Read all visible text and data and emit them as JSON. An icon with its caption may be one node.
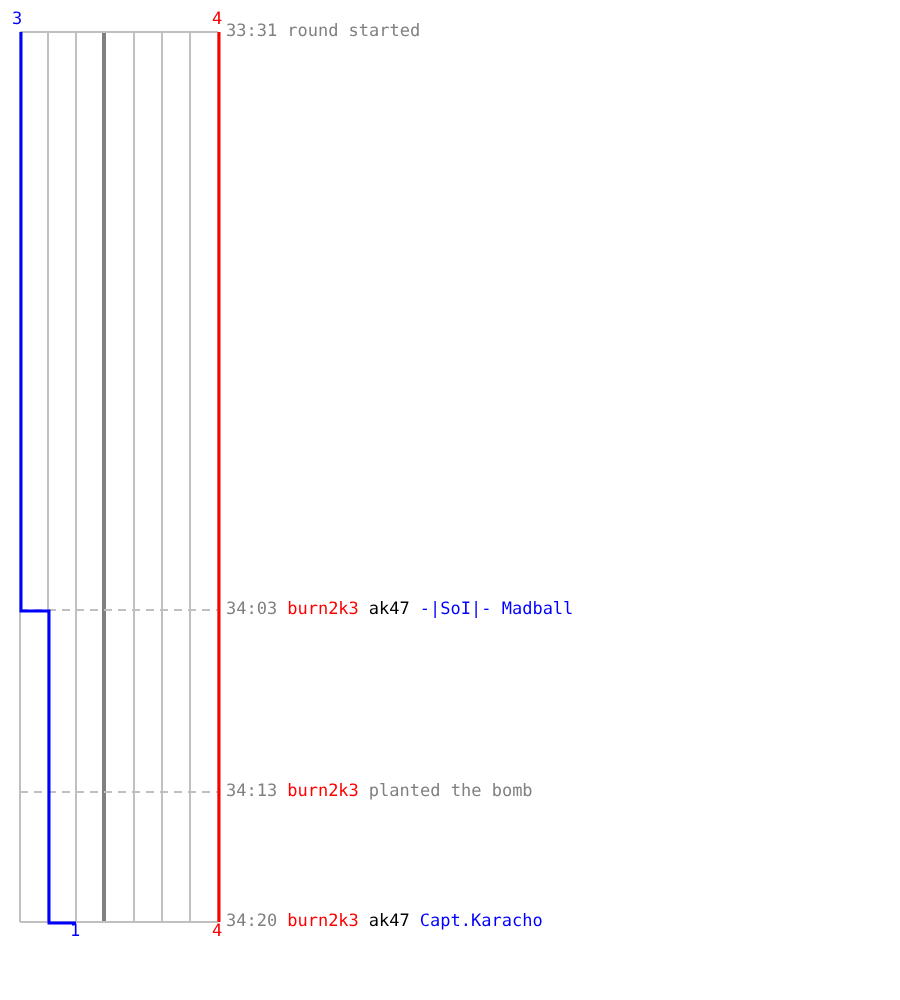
{
  "diagram": {
    "labels": [
      "3",
      "4",
      "33:31",
      "round started",
      "34:03",
      "burn2k3",
      "ak47",
      "-|SoI|- Madball",
      "34:13",
      "burn2k3",
      "planted the bomb",
      "1",
      "4",
      "34:20",
      "burn2k3",
      "ak47",
      "Capt.Karacho"
    ]
  }
}
